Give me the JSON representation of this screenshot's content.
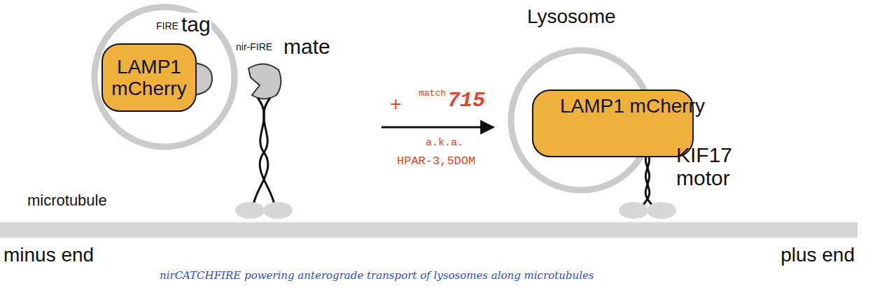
{
  "diagram": {
    "caption": "nirCATCHFIRE powering anterograde transport of lysosomes along microtubules",
    "nodes": [
      {
        "text": [
          "LAMP1 mCherry"
        ]
      },
      {
        "text": [
          "Lysosome"
        ]
      },
      {
        "text": [
          "LAMP1 mCherry"
        ],
        "in": 1
      }
    ],
    "labels": [
      "FIRE",
      "tag",
      "nir-FIRE",
      "mate",
      "+",
      "match",
      "715",
      "a.k.a.",
      "HPAR-3,5DOM",
      "KIF17 motor",
      "microtubule",
      "minus end",
      "plus end"
    ]
  }
}
